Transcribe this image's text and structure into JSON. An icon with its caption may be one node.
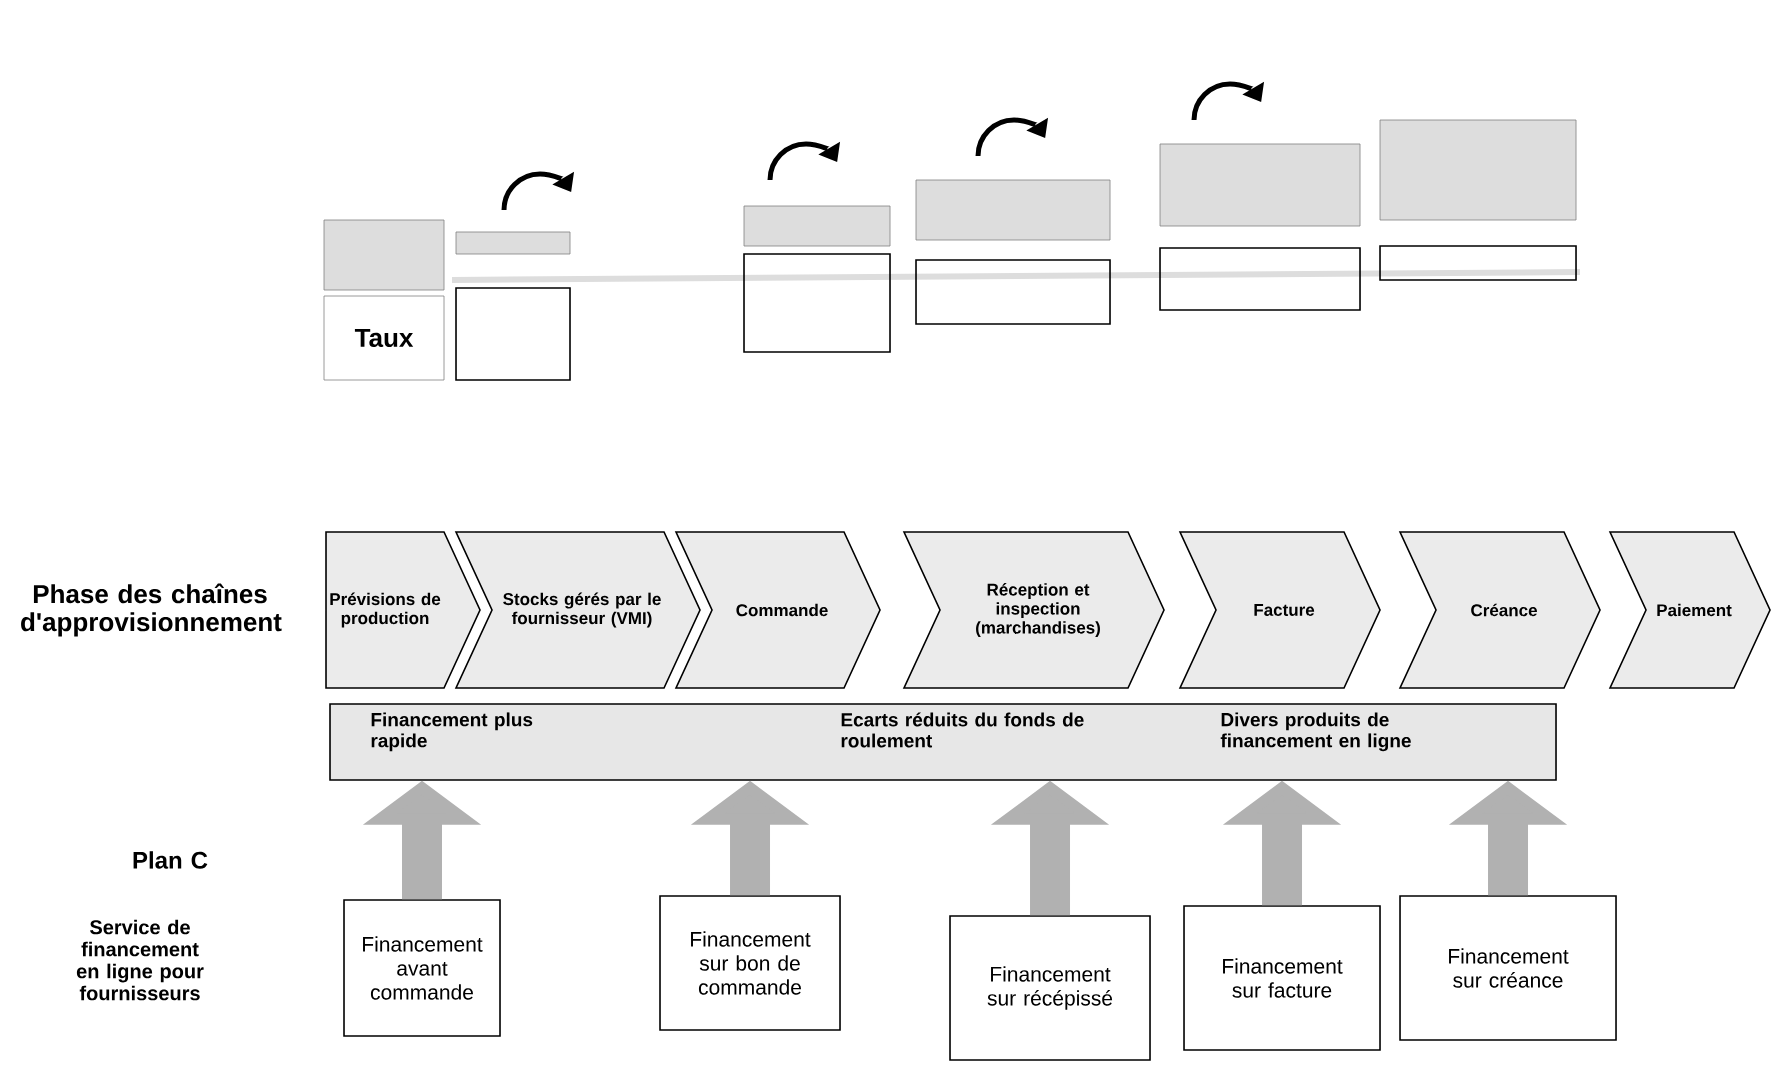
{
  "diagram": {
    "nodes": [
      {
        "text": [],
        "shape": "box"
      },
      {
        "text": [
          "Taux"
        ]
      },
      {
        "text": [
          "Prévisions de production"
        ]
      },
      {
        "text": [
          "Stocks gérés par le fournisseur (VMI)"
        ]
      },
      {
        "text": [
          "Commande"
        ]
      },
      {
        "text": [
          "Réception et inspection (marchandises)"
        ]
      },
      {
        "text": [
          "Facture"
        ]
      },
      {
        "text": [
          "Créance"
        ]
      },
      {
        "text": [
          "Paiement"
        ]
      },
      {
        "text": [
          "Financement plus rapide",
          "Ecarts réduits du fonds de roulement",
          "Divers produits de financement en ligne"
        ]
      },
      {
        "text": [
          "Financement avant commande"
        ]
      },
      {
        "text": [
          "Financement sur bon de commande"
        ]
      },
      {
        "text": [
          "Financement sur récépissé"
        ]
      },
      {
        "text": [
          "Financement sur facture"
        ]
      },
      {
        "text": [
          "Financement sur créance"
        ]
      }
    ],
    "edges": [
      {
        "from": 10,
        "to": 9,
        "arrow": "to"
      },
      {
        "from": 11,
        "to": 9,
        "arrow": "to"
      },
      {
        "from": 12,
        "to": 9,
        "arrow": "to"
      },
      {
        "from": 13,
        "to": 9,
        "arrow": "to"
      },
      {
        "from": 14,
        "to": 9,
        "arrow": "to"
      }
    ],
    "labels": [
      "Phase des chaînes d'approvisionnement",
      "Plan C",
      "Service de financement en ligne pour fournisseurs"
    ]
  }
}
